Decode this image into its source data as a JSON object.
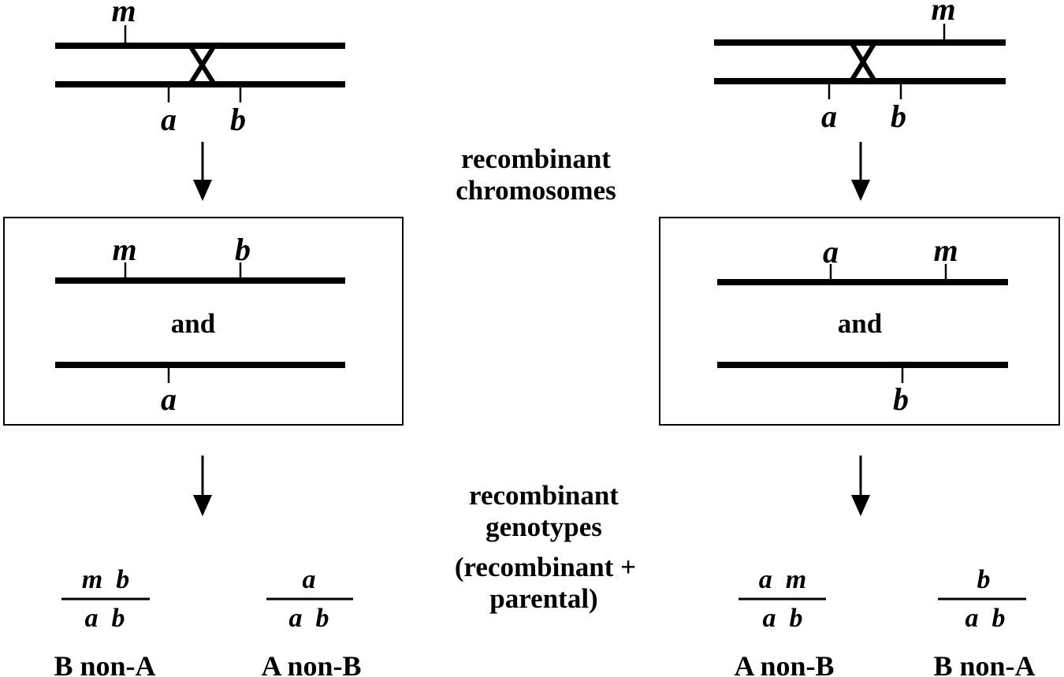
{
  "left": {
    "crossover": {
      "top_marker": "m",
      "bottom_markers": [
        "a",
        "b"
      ]
    },
    "products": {
      "top_markers": [
        "m",
        "b"
      ],
      "joiner": "and",
      "bottom_marker": "a"
    },
    "genotypes": [
      {
        "top": "m  b",
        "bottom": "a  b",
        "phenotype": "B non-A"
      },
      {
        "top": "a",
        "bottom": "a  b",
        "phenotype": "A non-B"
      }
    ]
  },
  "right": {
    "crossover": {
      "top_marker": "m",
      "bottom_markers": [
        "a",
        "b"
      ]
    },
    "products": {
      "top_markers": [
        "a",
        "m"
      ],
      "joiner": "and",
      "bottom_marker": "b"
    },
    "genotypes": [
      {
        "top": "a  m",
        "bottom": "a  b",
        "phenotype": "A non-B"
      },
      {
        "top": "b",
        "bottom": "a  b",
        "phenotype": "B non-A"
      }
    ]
  },
  "middle": {
    "chromosomes_label": [
      "recombinant",
      "chromosomes"
    ],
    "genotypes_label": [
      "recombinant",
      "genotypes",
      "(recombinant +",
      "parental)"
    ]
  }
}
